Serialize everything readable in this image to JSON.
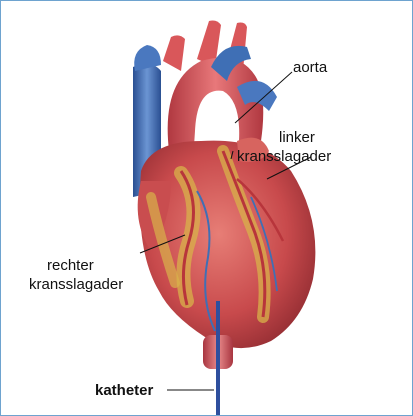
{
  "labels": {
    "aorta": "aorta",
    "left_coronary_line1": "linker",
    "left_coronary_line2": "kransslagader",
    "right_coronary_line1": "rechter",
    "right_coronary_line2": "kransslagader",
    "catheter": "katheter"
  },
  "colors": {
    "frame": "#6ea3cf",
    "heart": "#c8484a",
    "vessel_blue": "#3f6fb5",
    "artery_red": "#d84a4f",
    "fat_yellow": "#d8b24a",
    "catheter": "#2e4f9e"
  }
}
